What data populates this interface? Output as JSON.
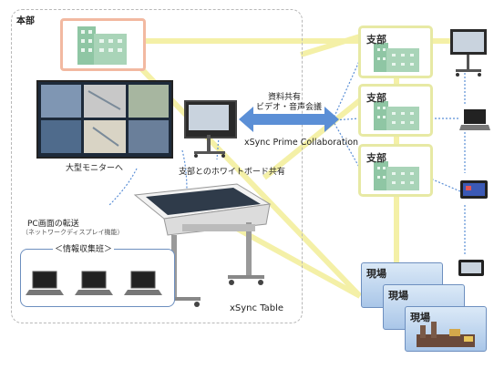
{
  "headquarters": {
    "label": "本部",
    "monitor_caption": "大型モニターへ",
    "whiteboard_caption": "支部とのホワイトボード共有",
    "transfer_caption": "PC画面の転送",
    "transfer_sub": "（ネットワークディスプレイ機能）",
    "info_team": "＜情報収集班＞",
    "table_caption": "xSync Table"
  },
  "collaboration": {
    "line1": "資料共有",
    "line2": "ビデオ・音声会議",
    "product": "xSync Prime Collaboration"
  },
  "branches": [
    {
      "label": "支部"
    },
    {
      "label": "支部"
    },
    {
      "label": "支部"
    }
  ],
  "sites": [
    {
      "label": "現場"
    },
    {
      "label": "現場"
    },
    {
      "label": "現場"
    }
  ],
  "colors": {
    "link_yellow": "#f3ef9e",
    "frame_gray": "#b8b8b8",
    "branch_border": "#e7e9a4",
    "arrow_blue": "#5b8fd6",
    "building_green": "#8fc6a4"
  }
}
